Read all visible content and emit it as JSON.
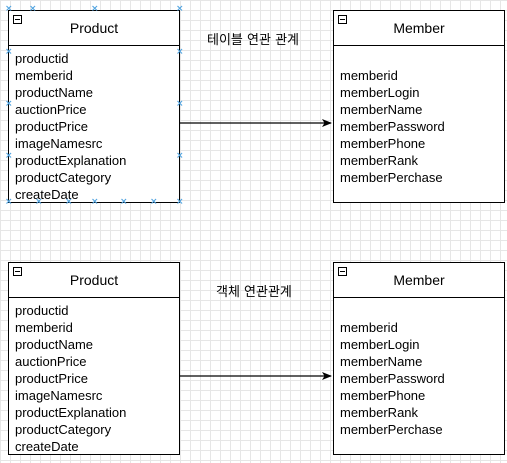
{
  "diagrams": [
    {
      "relation_label": "테이블 연관 관계",
      "source": {
        "name": "Product",
        "fields": [
          "productid",
          "memberid",
          "productName",
          "auctionPrice",
          "productPrice",
          "imageNamesrc",
          "productExplanation",
          "productCategory",
          "createDate"
        ]
      },
      "target": {
        "name": "Member",
        "fields": [
          "memberid",
          "memberLogin",
          "memberName",
          "memberPassword",
          "memberPhone",
          "memberRank",
          "memberPerchase"
        ]
      }
    },
    {
      "relation_label": "객체 연관관계",
      "source": {
        "name": "Product",
        "fields": [
          "productid",
          "memberid",
          "productName",
          "auctionPrice",
          "productPrice",
          "imageNamesrc",
          "productExplanation",
          "productCategory",
          "createDate"
        ]
      },
      "target": {
        "name": "Member",
        "fields": [
          "memberid",
          "memberLogin",
          "memberName",
          "memberPassword",
          "memberPhone",
          "memberRank",
          "memberPerchase"
        ]
      }
    }
  ],
  "colors": {
    "selection_handle": "#4fa3e0",
    "grid": "#e6e6e6"
  }
}
